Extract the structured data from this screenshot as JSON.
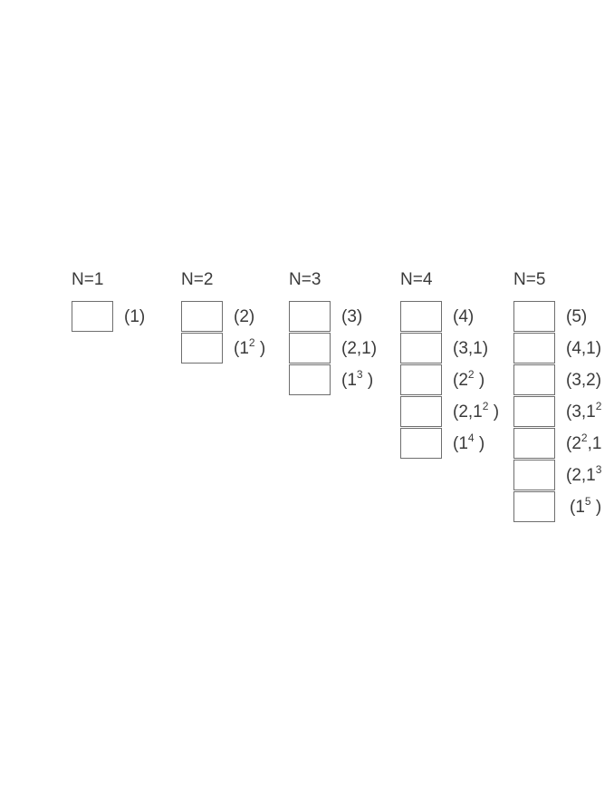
{
  "groups": [
    {
      "title": "N=1",
      "rows": [
        {
          "label": "(1)"
        }
      ]
    },
    {
      "title": "N=2",
      "rows": [
        {
          "label": "(2)"
        },
        {
          "pre": "(1",
          "sup": "2",
          "post": " )"
        }
      ]
    },
    {
      "title": "N=3",
      "rows": [
        {
          "label": "(3)"
        },
        {
          "label": "(2,1)"
        },
        {
          "pre": "(1",
          "sup": "3",
          "post": " )"
        }
      ]
    },
    {
      "title": "N=4",
      "rows": [
        {
          "label": "(4)"
        },
        {
          "label": "(3,1)"
        },
        {
          "pre": "(2",
          "sup": "2",
          "post": " )"
        },
        {
          "pre": "(2,1",
          "sup": "2",
          "post": " )"
        },
        {
          "pre": "(1",
          "sup": "4",
          "post": " )"
        }
      ]
    },
    {
      "title": "N=5",
      "rows": [
        {
          "label": "(5)"
        },
        {
          "label": "(4,1)"
        },
        {
          "label": "(3,2)"
        },
        {
          "pre": "(3,1",
          "sup": "2",
          "post": ""
        },
        {
          "pre": "(2",
          "sup": "2",
          "post": ",1"
        },
        {
          "pre": "(2,1",
          "sup": "3",
          "post": ""
        },
        {
          "pre": "(1",
          "sup": "5",
          "post": " )"
        }
      ]
    }
  ]
}
